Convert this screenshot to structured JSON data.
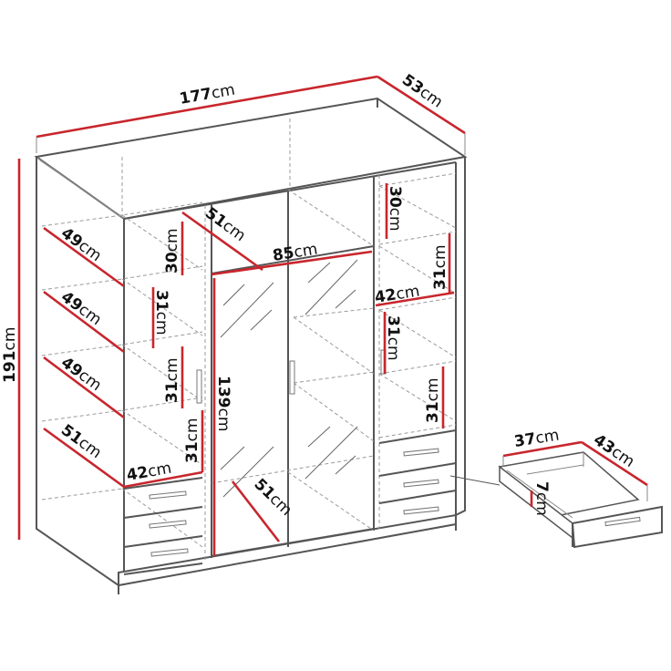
{
  "diagram": {
    "subject": "Wardrobe dimension drawing",
    "accent_color": "#c8262d",
    "line_color": "#555555",
    "dimensions": {
      "width": {
        "value": "177",
        "unit": "cm"
      },
      "depth": {
        "value": "53",
        "unit": "cm"
      },
      "height": {
        "value": "191",
        "unit": "cm"
      },
      "left_shelf_1_depth": {
        "value": "49",
        "unit": "cm"
      },
      "left_shelf_2_depth": {
        "value": "49",
        "unit": "cm"
      },
      "left_shelf_3_depth": {
        "value": "49",
        "unit": "cm"
      },
      "left_shelf_4_depth": {
        "value": "51",
        "unit": "cm"
      },
      "left_shelf_width": {
        "value": "42",
        "unit": "cm"
      },
      "left_gap_1": {
        "value": "30",
        "unit": "cm"
      },
      "left_gap_2": {
        "value": "31",
        "unit": "cm"
      },
      "left_gap_3": {
        "value": "31",
        "unit": "cm"
      },
      "left_gap_4": {
        "value": "31",
        "unit": "cm"
      },
      "center_top_depth": {
        "value": "51",
        "unit": "cm"
      },
      "center_width": {
        "value": "85",
        "unit": "cm"
      },
      "center_height": {
        "value": "139",
        "unit": "cm"
      },
      "center_bottom_depth": {
        "value": "51",
        "unit": "cm"
      },
      "right_gap_1": {
        "value": "30",
        "unit": "cm"
      },
      "right_gap_2": {
        "value": "31",
        "unit": "cm"
      },
      "right_shelf_width": {
        "value": "42",
        "unit": "cm"
      },
      "right_gap_3": {
        "value": "31",
        "unit": "cm"
      },
      "right_gap_4": {
        "value": "31",
        "unit": "cm"
      },
      "drawer_width": {
        "value": "37",
        "unit": "cm"
      },
      "drawer_depth": {
        "value": "43",
        "unit": "cm"
      },
      "drawer_height": {
        "value": "7",
        "unit": "cm"
      }
    }
  }
}
